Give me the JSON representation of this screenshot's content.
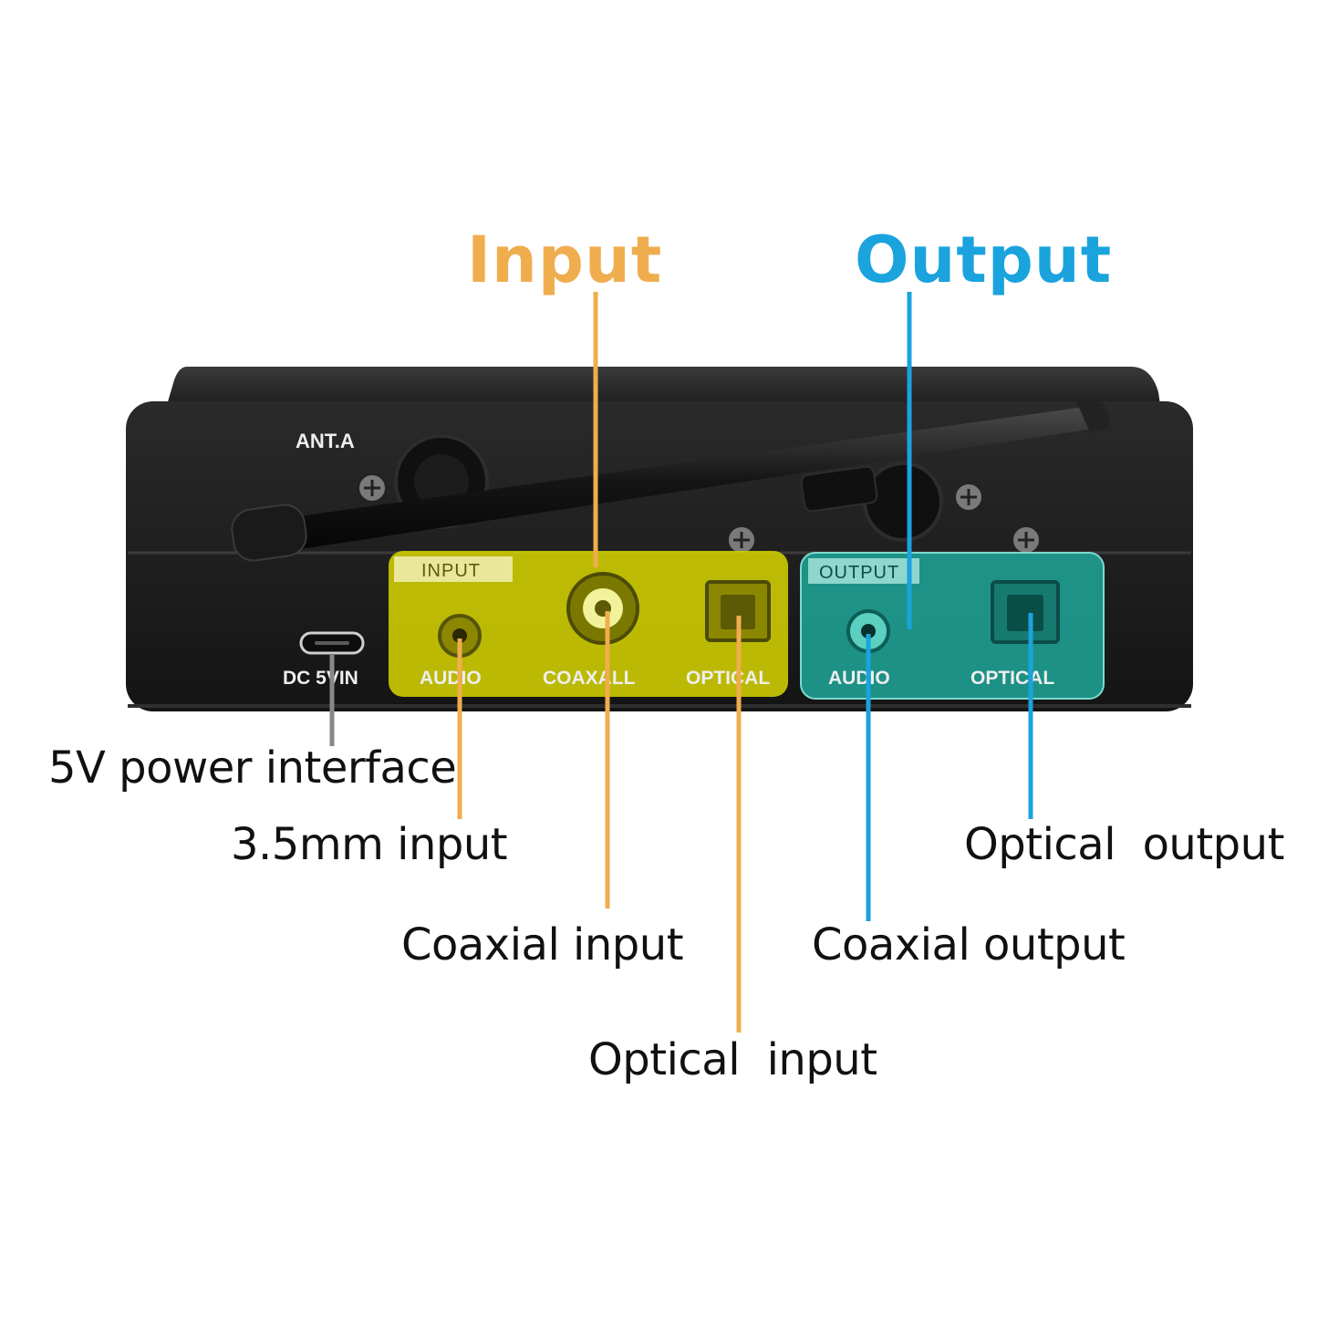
{
  "headings": {
    "input": "Input",
    "output": "Output"
  },
  "panel": {
    "antenna_label": "ANT.A",
    "power_label": "DC 5VIN",
    "input_tag": "INPUT",
    "output_tag": "OUTPUT",
    "input_ports": [
      "AUDIO",
      "COAXALL",
      "OPTICAL"
    ],
    "output_ports": [
      "AUDIO",
      "OPTICAL"
    ]
  },
  "callouts": {
    "power": "5V power interface",
    "audio_in": "3.5mm input",
    "coax_in": "Coaxial input",
    "optical_in": "Optical  input",
    "optical_out": "Optical  output",
    "coax_out": "Coaxial output"
  },
  "colors": {
    "input_accent": "#f0ad4e",
    "output_accent": "#1aa3dd",
    "input_zone": "#d8d600",
    "output_zone": "#1fa79a",
    "power_line": "#888888",
    "device_body": "#1b1b1b"
  }
}
